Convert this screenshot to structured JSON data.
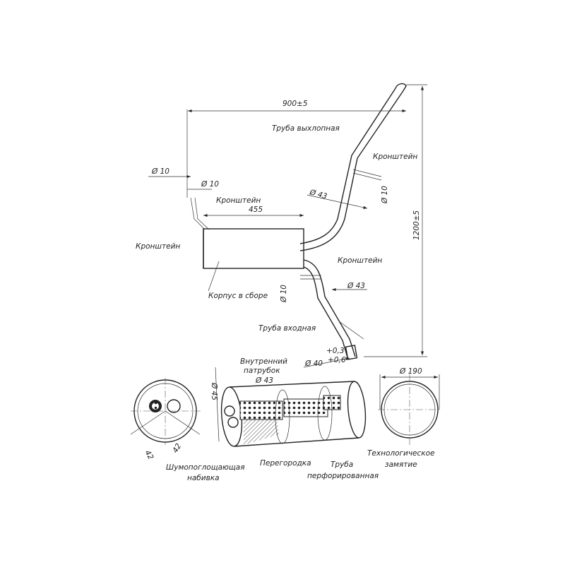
{
  "dimensions": {
    "length": "900±5",
    "height": "1200±5",
    "body_length": "455",
    "d10_left": "Ø 10",
    "d10_left2": "Ø 10",
    "d10_right": "Ø 10",
    "d10_lower": "Ø 10",
    "d43_upper": "Ø 43",
    "d43_lower": "Ø 43",
    "d40": "Ø 40",
    "tol_upper": "+0,3",
    "tol_lower": "+0,6",
    "d45": "Ø 45",
    "d190": "Ø 190",
    "d42a": "42",
    "d42b": "42",
    "inner_d43": "Ø 43"
  },
  "labels": {
    "exhaust_pipe": "Труба выхлопная",
    "bracket_right": "Кронштейн",
    "bracket_top_left": "Кронштейн",
    "bracket_left": "Кронштейн",
    "bracket_lower": "Кронштейн",
    "body_assembly": "Корпус в сборе",
    "inlet_pipe": "Труба входная",
    "inner_pipe_1": "Внутренний",
    "inner_pipe_2": "патрубок",
    "sound_absorb_1": "Шумопоглощающая",
    "sound_absorb_2": "набивка",
    "partition": "Перегородка",
    "perforated_1": "Труба",
    "perforated_2": "перфорированная",
    "seam_1": "Технологическое",
    "seam_2": "замятие"
  }
}
